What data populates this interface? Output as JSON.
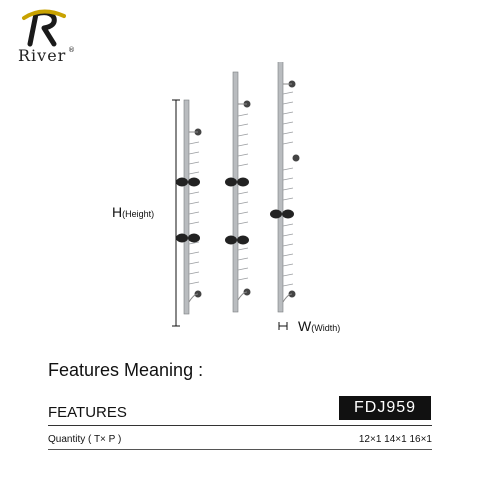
{
  "brand": {
    "logo_letter": "R",
    "name": "River",
    "registered": "®"
  },
  "dimensions": {
    "height_main": "H",
    "height_sub": "(Height)",
    "width_main": "W",
    "width_sub": "(Width)"
  },
  "section_title": "Features Meaning :",
  "features_label": "FEATURES",
  "model": "FDJ959",
  "quantity_label": "Quantity ( T× P )",
  "quantity_values": "12×1  14×1  16×1",
  "colors": {
    "accent_gold": "#c8a200",
    "logo_dark": "#1a1a1a",
    "badge": "#111111"
  }
}
